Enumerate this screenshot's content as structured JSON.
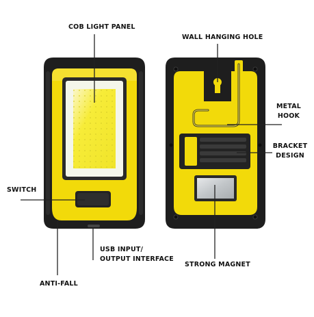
{
  "labels": {
    "cob_light_panel": "COB LIGHT PANEL",
    "wall_hanging_hole": "WALL HANGING HOLE",
    "metal_hook_line1": "METAL",
    "metal_hook_line2": "HOOK",
    "bracket_design_line1": "BRACKET",
    "bracket_design_line2": "DESIGN",
    "switch": "SWITCH",
    "usb_line1": "USB INPUT/",
    "usb_line2": "OUTPUT INTERFACE",
    "strong_magnet": "STRONG MAGNET",
    "anti_fall": "ANTI-FALL"
  },
  "colors": {
    "body_yellow": "#f2da0a",
    "bumper_black": "#1e1e1e",
    "cob_white": "#f4f6ea",
    "cob_yellow": "#f7ec38",
    "magnet_silver": "#cfd2d4",
    "leader_line": "#222222"
  }
}
